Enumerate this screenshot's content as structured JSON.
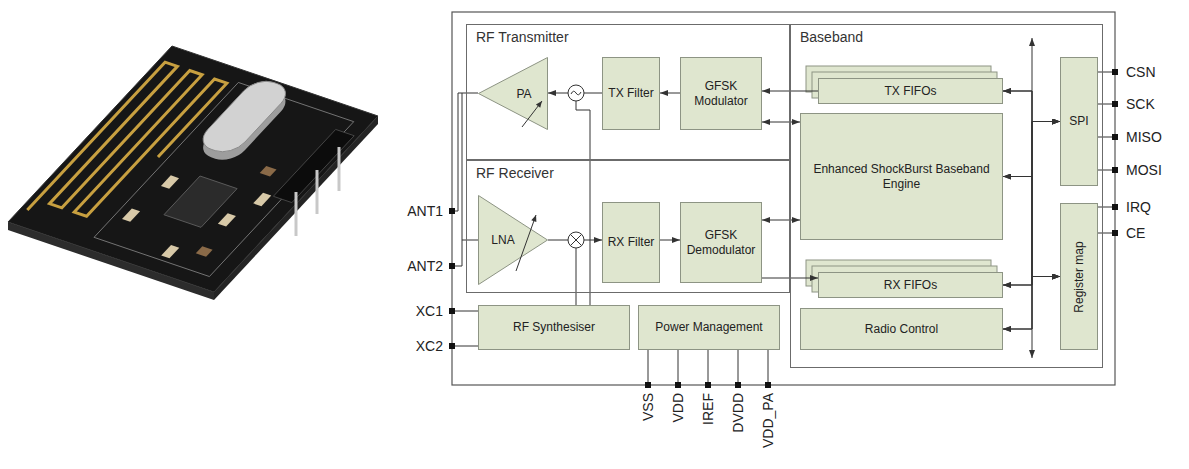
{
  "diagram": {
    "nodes": [
      {
        "text": [
          "RF Transmitter"
        ]
      },
      {
        "text": [
          "PA"
        ],
        "in": 0
      },
      {
        "text": [
          "TX Filter"
        ],
        "in": 0
      },
      {
        "text": [
          "GFSK Modulator"
        ],
        "in": 0
      },
      {
        "text": [
          "RF Receiver"
        ]
      },
      {
        "text": [
          "LNA"
        ],
        "in": 4
      },
      {
        "text": [
          "RX Filter"
        ],
        "in": 4
      },
      {
        "text": [
          "GFSK Demodulator"
        ],
        "in": 4
      },
      {
        "text": [
          "Baseband"
        ]
      },
      {
        "text": [
          "TX FIFOs"
        ],
        "in": 8
      },
      {
        "text": [
          "Enhanced ShockBurst Baseband Engine"
        ],
        "in": 8
      },
      {
        "text": [
          "RX FIFOs"
        ],
        "in": 8
      },
      {
        "text": [
          "Radio Control"
        ],
        "in": 8
      },
      {
        "text": [
          "SPI"
        ],
        "in": 8
      },
      {
        "text": [
          "Register map"
        ],
        "in": 8
      },
      {
        "text": [
          "RF Synthesiser"
        ]
      },
      {
        "text": [
          "Power Management"
        ]
      }
    ],
    "edges": [
      {
        "from": 3,
        "to": 2,
        "arrow": "to"
      },
      {
        "from": 2,
        "to": 1,
        "arrow": "to"
      },
      {
        "from": 9,
        "to": 3,
        "arrow": "to"
      },
      {
        "from": 10,
        "to": 3,
        "arrow": "both"
      },
      {
        "from": 5,
        "to": 6,
        "arrow": "to"
      },
      {
        "from": 6,
        "to": 7,
        "arrow": "to"
      },
      {
        "from": 7,
        "to": 11,
        "arrow": "to"
      },
      {
        "from": 10,
        "to": 7,
        "arrow": "both"
      },
      {
        "from": 9,
        "to": 13,
        "arrow": "both"
      },
      {
        "from": 10,
        "to": 13,
        "arrow": "both"
      },
      {
        "from": 11,
        "to": 13,
        "arrow": "both"
      },
      {
        "from": 12,
        "to": 13,
        "arrow": "both"
      },
      {
        "from": 9,
        "to": 14,
        "arrow": "both"
      },
      {
        "from": 10,
        "to": 14,
        "arrow": "both"
      },
      {
        "from": 11,
        "to": 14,
        "arrow": "both"
      },
      {
        "from": 12,
        "to": 14,
        "arrow": "both"
      }
    ],
    "labels": [
      "ANT1",
      "ANT2",
      "XC1",
      "XC2",
      "CSN",
      "SCK",
      "MISO",
      "MOSI",
      "IRQ",
      "CE",
      "VSS",
      "VDD",
      "IREF",
      "DVDD",
      "VDD_PA"
    ]
  }
}
